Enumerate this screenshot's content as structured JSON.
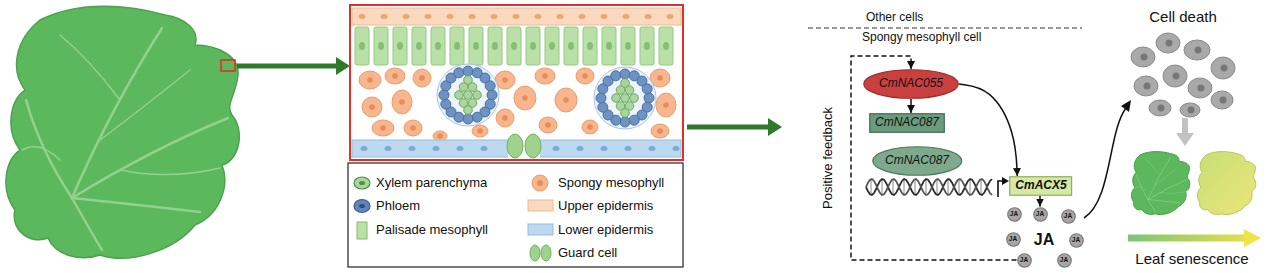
{
  "diagram": {
    "nodes": [
      {
        "text": [
          "CmNAC055"
        ]
      },
      {
        "text": [
          "CmNAC087"
        ]
      },
      {
        "text": [
          "CmNAC087"
        ]
      },
      {
        "text": [
          "CmACX5"
        ]
      },
      {
        "text": [
          "JA"
        ]
      },
      {
        "text": [
          "JA"
        ]
      },
      {
        "text": [
          "JA"
        ]
      },
      {
        "text": [
          "JA"
        ]
      },
      {
        "text": [
          "JA"
        ]
      },
      {
        "text": [
          "JA"
        ]
      },
      {
        "text": [
          "JA"
        ]
      }
    ],
    "edges": [
      {
        "from": 0,
        "to": 1,
        "arrow": "to"
      },
      {
        "from": 0,
        "to": 3,
        "arrow": "to"
      },
      {
        "from": 3,
        "to": 5,
        "arrow": "to"
      },
      {
        "from": 9,
        "to": 0,
        "arrow": "to"
      }
    ],
    "labels": [
      "Other cells",
      "Spongy mesophyll cell",
      "Positive feedback",
      "JA",
      "Cell death",
      "Leaf senescence"
    ],
    "legend": [
      {
        "text": "Xylem parenchyma"
      },
      {
        "text": "Phloem"
      },
      {
        "text": "Palisade mesophyll"
      },
      {
        "text": "Spongy mesophyll"
      },
      {
        "text": "Upper epidermis"
      },
      {
        "text": "Lower epidermis"
      },
      {
        "text": "Guard cell"
      }
    ]
  }
}
